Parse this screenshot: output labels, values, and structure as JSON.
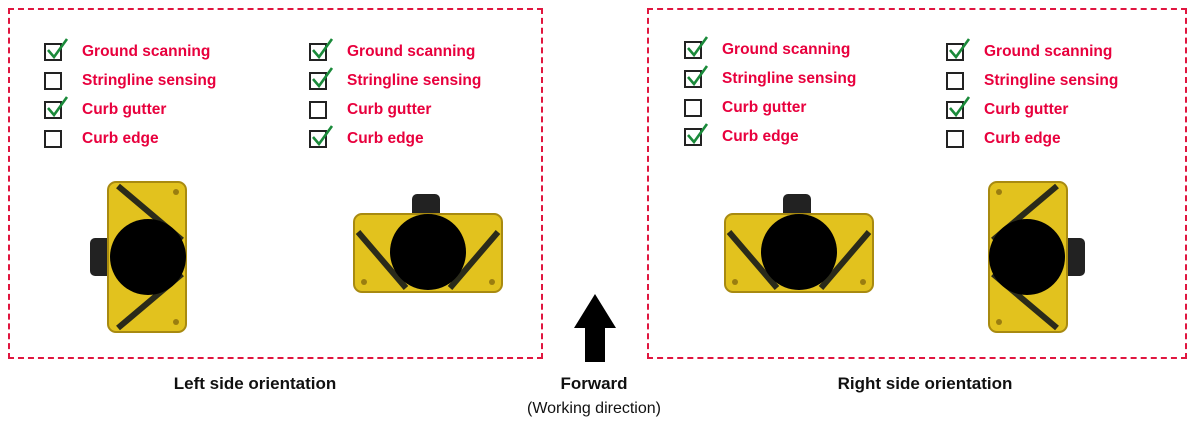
{
  "panels": [
    {
      "caption": "Left side orientation",
      "columns": [
        {
          "options": [
            {
              "label": "Ground scanning",
              "checked": true
            },
            {
              "label": "Stringline sensing",
              "checked": false
            },
            {
              "label": "Curb gutter",
              "checked": true
            },
            {
              "label": "Curb edge",
              "checked": false
            }
          ]
        },
        {
          "options": [
            {
              "label": "Ground scanning",
              "checked": true
            },
            {
              "label": "Stringline sensing",
              "checked": true
            },
            {
              "label": "Curb gutter",
              "checked": false
            },
            {
              "label": "Curb edge",
              "checked": true
            }
          ]
        }
      ]
    },
    {
      "caption": "Right side orientation",
      "columns": [
        {
          "options": [
            {
              "label": "Ground scanning",
              "checked": true
            },
            {
              "label": "Stringline sensing",
              "checked": true
            },
            {
              "label": "Curb gutter",
              "checked": false
            },
            {
              "label": "Curb edge",
              "checked": true
            }
          ]
        },
        {
          "options": [
            {
              "label": "Ground scanning",
              "checked": true
            },
            {
              "label": "Stringline sensing",
              "checked": false
            },
            {
              "label": "Curb gutter",
              "checked": true
            },
            {
              "label": "Curb edge",
              "checked": false
            }
          ]
        }
      ]
    }
  ],
  "forward": {
    "label": "Forward",
    "sublabel": "(Working direction)"
  },
  "colors": {
    "border": "#e0163f",
    "label": "#e8003d",
    "check": "#1a8a3a",
    "sensor": "#e2c21e"
  }
}
